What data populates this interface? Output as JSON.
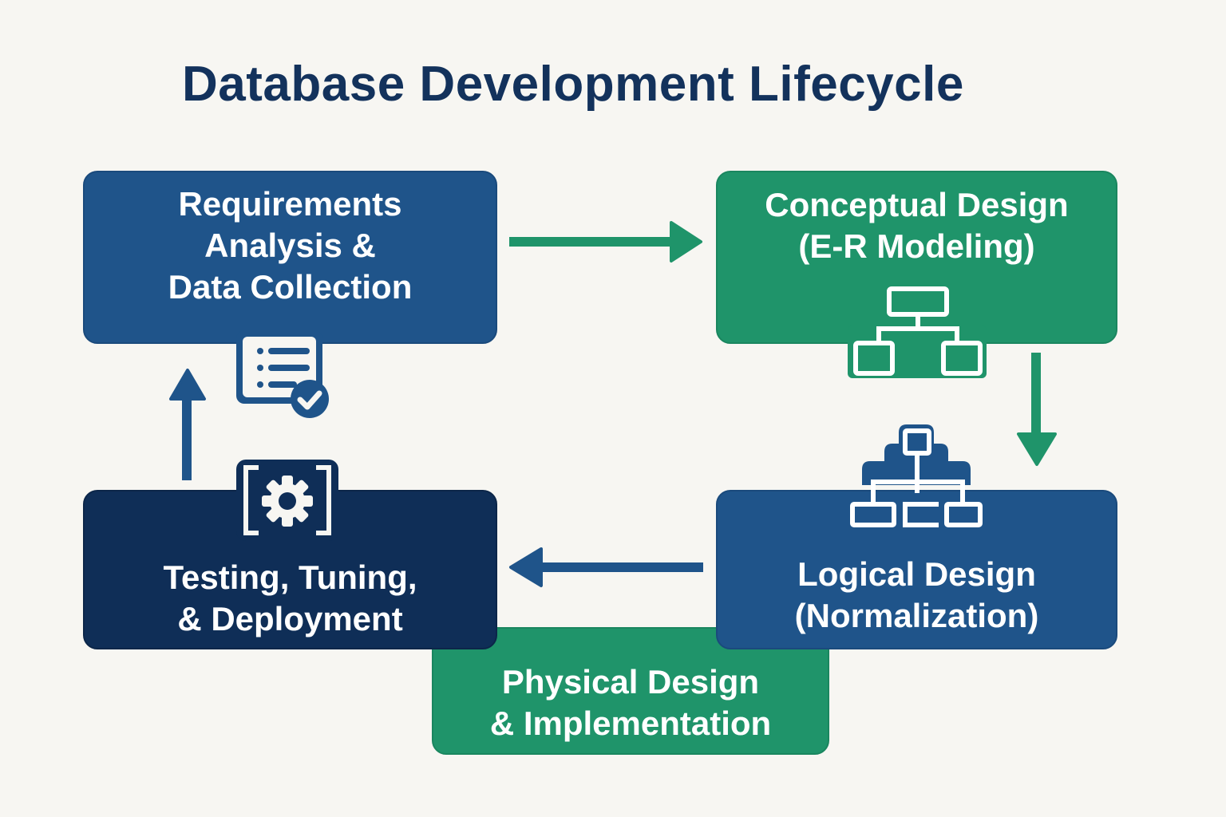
{
  "title": "Database Development Lifecycle",
  "colors": {
    "background": "#f7f6f2",
    "title": "#13325c",
    "blue": "#1f548a",
    "navy": "#0f2e57",
    "green": "#1f946a",
    "icon_fill": "#ffffff"
  },
  "stages": [
    {
      "id": "requirements",
      "lines": [
        "Requirements",
        "Analysis &",
        "Data Collection"
      ],
      "color": "blue",
      "icon": "checklist-icon"
    },
    {
      "id": "conceptual",
      "lines": [
        "Conceptual Design",
        "(E-R Modeling)"
      ],
      "color": "green",
      "icon": "hierarchy-diagram-icon"
    },
    {
      "id": "logical",
      "lines": [
        "Logical Design",
        "(Normalization)"
      ],
      "color": "blue",
      "icon": "org-tree-icon"
    },
    {
      "id": "physical",
      "lines": [
        "Physical Design",
        "& Implementation"
      ],
      "color": "green",
      "icon": null
    },
    {
      "id": "testing",
      "lines": [
        "Testing, Tuning,",
        "& Deployment"
      ],
      "color": "navy",
      "icon": "gear-icon"
    }
  ],
  "flow": [
    {
      "from": "requirements",
      "to": "conceptual",
      "direction": "right",
      "color": "green"
    },
    {
      "from": "conceptual",
      "to": "logical",
      "direction": "down",
      "color": "green"
    },
    {
      "from": "logical",
      "to": "testing",
      "direction": "left",
      "color": "blue"
    },
    {
      "from": "testing",
      "to": "requirements",
      "direction": "up",
      "color": "blue"
    }
  ]
}
